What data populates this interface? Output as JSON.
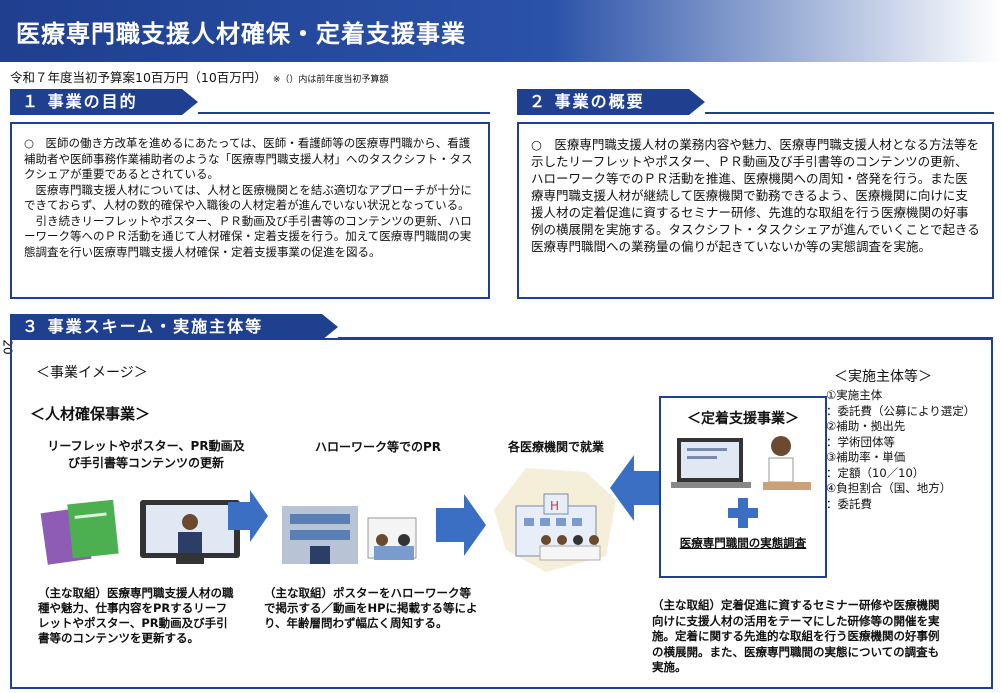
{
  "header": {
    "title": "医療専門職支援人材確保・定着支援事業",
    "budget": "令和７年度当初予算案10百万円（10百万円）",
    "budget_note": "※（）内は前年度当初予算額"
  },
  "section1": {
    "heading": "１ 事業の目的",
    "paragraphs": [
      "○　医師の働き方改革を進めるにあたっては、医師・看護師等の医療専門職から、看護補助者や医師事務作業補助者のような「医療専門職支援人材」へのタスクシフト・タスクシェアが重要であるとされている。",
      "　医療専門職支援人材については、人材と医療機関とを結ぶ適切なアプローチが十分にできておらず、人材の数的確保や入職後の人材定着が進んでいない状況となっている。",
      "　引き続きリーフレットやポスター、ＰＲ動画及び手引書等のコンテンツの更新、ハローワーク等へのＰＲ活動を通じて人材確保・定着支援を行う。加えて医療専門職間の実態調査を行い医療専門職支援人材確保・定着支援事業の促進を図る。"
    ]
  },
  "section2": {
    "heading": "２ 事業の概要",
    "text": "○　医療専門職支援人材の業務内容や魅力、医療専門職支援人材となる方法等を示したリーフレットやポスター、ＰＲ動画及び手引書等のコンテンツの更新、ハローワーク等でのＰＲ活動を推進、医療機関への周知・啓発を行う。また医療専門職支援人材が継続して医療機関で勤務できるよう、医療機関に向けに支援人材の定着促進に資するセミナー研修、先進的な取組を行う医療機関の好事例の横展開を実施する。タスクシフト・タスクシェアが進んでいくことで起きる医療専門職間への業務量の偏りが起きていないか等の実態調査を実施。"
  },
  "section3": {
    "heading": "３ 事業スキーム・実施主体等",
    "side_page_number": "20",
    "image_label": "＜事業イメージ＞",
    "jinzai_label": "＜人材確保事業＞",
    "step1_title": "リーフレットやポスター、PR動画及び手引書等コンテンツの更新",
    "step2_title": "ハローワーク等でのPR",
    "step3_title": "各医療機関で就業",
    "step1_desc": "（主な取組）医療専門職支援人材の職種や魅力、仕事内容をPRするリーフレットやポスター、PR動画及び手引書等のコンテンツを更新する。",
    "step2_desc": "（主な取組）ポスターをハローワーク等で掲示する／動画をHPに掲載する等により、年齢層問わず幅広く周知する。",
    "teichaku_label": "＜定着支援事業＞",
    "teichaku_sub": "医療専門職間の実態調査",
    "teichaku_desc": "（主な取組）定着促進に資するセミナー研修や医療機関向けに支援人材の活用をテーマにした研修等の開催を実施。定着に関する先進的な取組を行う医療機関の好事例の横展開。また、医療専門職間の実態についての調査も実施。",
    "impl_label": "＜実施主体等＞",
    "impl_items": [
      "①実施主体",
      "：委託費（公募により選定）",
      "②補助・拠出先",
      "：学術団体等",
      "③補助率・単価",
      "：定額（10／10）",
      "④負担割合（国、地方）",
      "：委託費"
    ]
  },
  "colors": {
    "navy": "#1f3f8f",
    "arrow_blue": "#3b6fc4",
    "book_green": "#4caf50",
    "book_purple": "#8e5bb5"
  }
}
